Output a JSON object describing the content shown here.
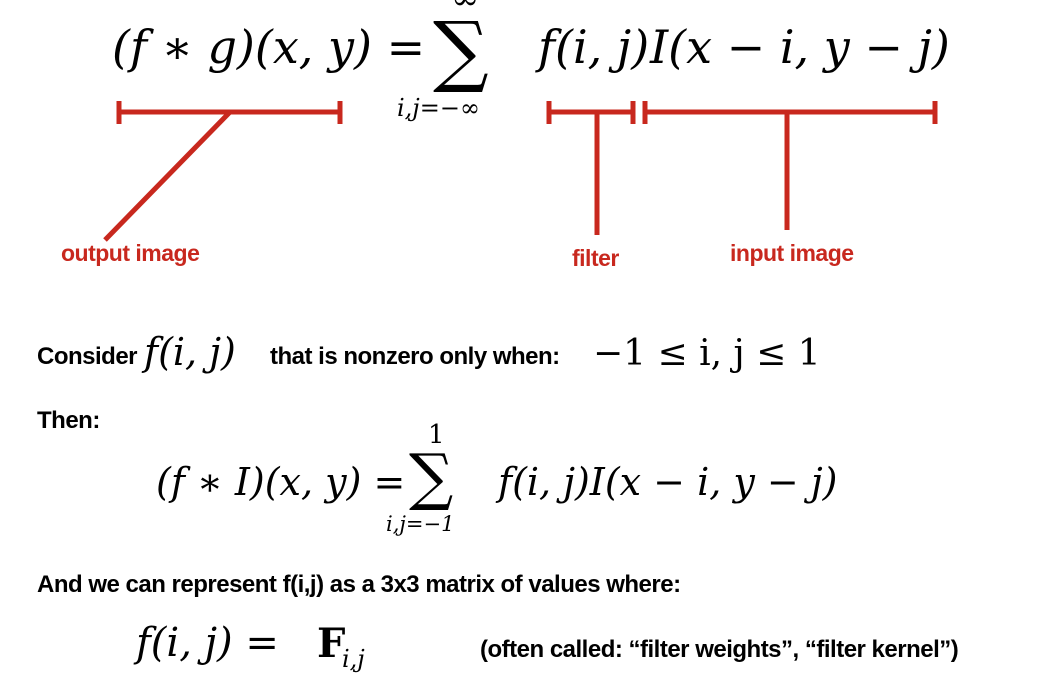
{
  "colors": {
    "annotation": "#c8281e",
    "text": "#000000"
  },
  "main_equation": {
    "lhs": "(f ∗ g)(x, y) =",
    "sum_upper": "∞",
    "sum_symbol": "∑",
    "sum_lower": "i,j=−∞",
    "rhs_filter": "f(i, j)",
    "rhs_input": "I(x − i, y − j)"
  },
  "labels": {
    "output": "output image",
    "filter": "filter",
    "input": "input image"
  },
  "consider": {
    "prefix": "Consider",
    "func": "f(i, j)",
    "middle": "that is nonzero only when:",
    "condition": "−1 ≤ i, j ≤ 1"
  },
  "then": {
    "label": "Then:",
    "lhs": "(f ∗ I)(x, y) =",
    "sum_upper": "1",
    "sum_symbol": "∑",
    "sum_lower": "i,j=−1",
    "rhs": "f(i, j)I(x − i, y − j)"
  },
  "matrix_text": "And we can represent f(i,j) as a 3x3 matrix of values where:",
  "final": {
    "lhs": "f(i, j) =",
    "F": "F",
    "F_sub": "i,j",
    "note": "(often called:  “filter weights”, “filter kernel”)"
  }
}
